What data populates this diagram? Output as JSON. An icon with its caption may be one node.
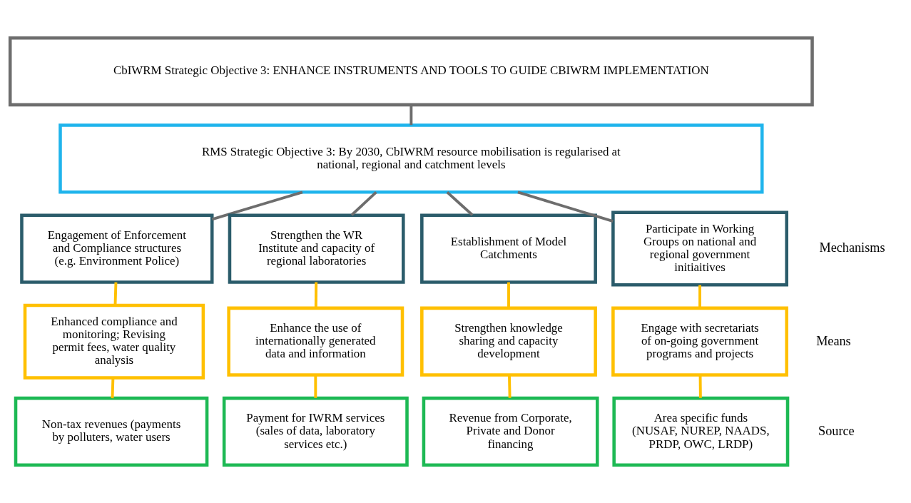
{
  "diagram": {
    "nodes": [
      {
        "text": [
          "CbIWRM Strategic Objective 3: ENHANCE INSTRUMENTS AND TOOLS TO GUIDE CBIWRM IMPLEMENTATION"
        ]
      },
      {
        "text": [
          "RMS Strategic Objective 3: By 2030, CbIWRM resource mobilisation is regularised at national, regional and catchment levels"
        ]
      },
      {
        "text": [
          "Engagement of Enforcement and Compliance structures (e.g. Environment Police)"
        ]
      },
      {
        "text": [
          "Strengthen the WR Institute and capacity of regional laboratories"
        ]
      },
      {
        "text": [
          "Establishment of Model Catchments"
        ]
      },
      {
        "text": [
          "Participate in Working Groups on national and regional government initiaitives"
        ]
      },
      {
        "text": [
          "Enhanced compliance and monitoring; Revising permit fees, water quality analysis"
        ]
      },
      {
        "text": [
          "Enhance the use of internationally generated data and information"
        ]
      },
      {
        "text": [
          "Strengthen knowledge sharing and capacity development"
        ]
      },
      {
        "text": [
          "Engage with secretariats of on-going government programs and projects"
        ]
      },
      {
        "text": [
          "Non-tax revenues (payments by polluters, water users"
        ]
      },
      {
        "text": [
          "Payment for IWRM services (sales of data, laboratory services etc.)"
        ]
      },
      {
        "text": [
          "Revenue from Corporate, Private and Donor financing"
        ]
      },
      {
        "text": [
          "Area specific funds (NUSAF, NUREP, NAADS, PRDP, OWC, LRDP)"
        ]
      }
    ],
    "edges": [
      {
        "from": 0,
        "to": 1,
        "arrow": "none",
        "color": "#6d6d6d"
      },
      {
        "from": 1,
        "to": 2,
        "arrow": "none",
        "color": "#6d6d6d"
      },
      {
        "from": 1,
        "to": 3,
        "arrow": "none",
        "color": "#6d6d6d"
      },
      {
        "from": 1,
        "to": 4,
        "arrow": "none",
        "color": "#6d6d6d"
      },
      {
        "from": 1,
        "to": 5,
        "arrow": "none",
        "color": "#6d6d6d"
      },
      {
        "from": 2,
        "to": 6,
        "arrow": "none"
      },
      {
        "from": 3,
        "to": 7,
        "arrow": "none"
      },
      {
        "from": 4,
        "to": 8,
        "arrow": "none"
      },
      {
        "from": 5,
        "to": 9,
        "arrow": "none"
      },
      {
        "from": 6,
        "to": 10,
        "arrow": "none"
      },
      {
        "from": 7,
        "to": 11,
        "arrow": "none"
      },
      {
        "from": 8,
        "to": 12,
        "arrow": "none"
      },
      {
        "from": 9,
        "to": 13,
        "arrow": "none"
      }
    ],
    "labels": [
      "Mechanisms",
      "Means",
      "Source"
    ]
  }
}
